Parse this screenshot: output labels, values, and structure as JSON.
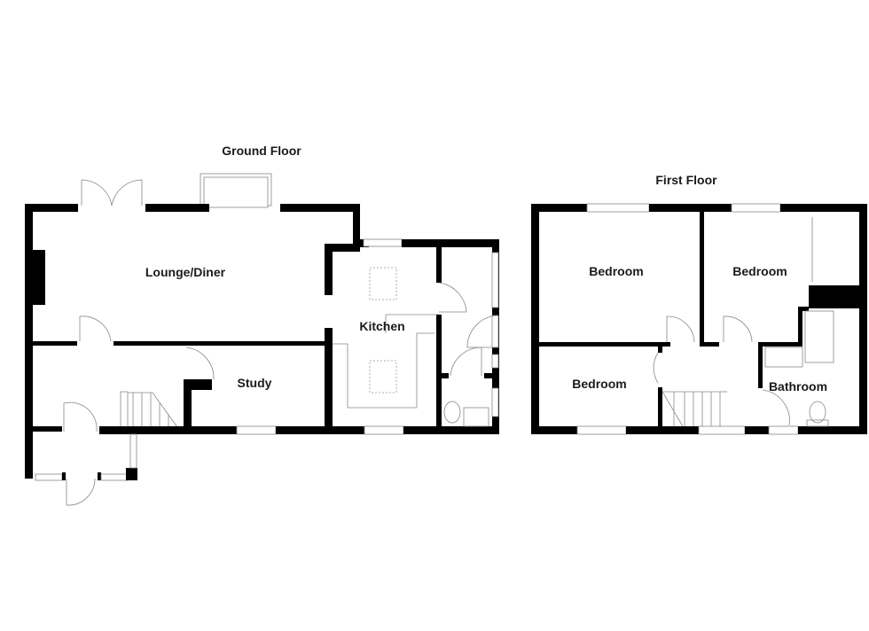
{
  "floors": [
    {
      "title": "Ground Floor",
      "rooms": [
        {
          "name": "Lounge/Diner"
        },
        {
          "name": "Study"
        },
        {
          "name": "Kitchen"
        }
      ]
    },
    {
      "title": "First Floor",
      "rooms": [
        {
          "name": "Bedroom"
        },
        {
          "name": "Bedroom"
        },
        {
          "name": "Bedroom"
        },
        {
          "name": "Bathroom"
        }
      ]
    }
  ],
  "colors": {
    "wall": "#000000",
    "fixture": "#888888",
    "background": "#ffffff"
  }
}
